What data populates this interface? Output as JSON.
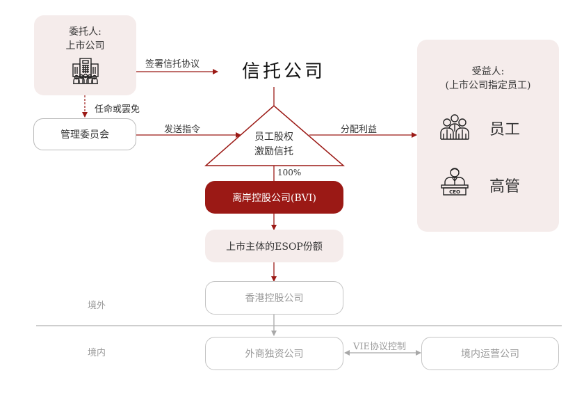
{
  "colors": {
    "accent_red": "#9b1915",
    "pink_fill": "#f5eceb",
    "grey": "#9a9a9a"
  },
  "settlor": {
    "line1": "委托人:",
    "line2": "上市公司",
    "icon": "office-building-people-icon"
  },
  "trust_company": {
    "label": "信托公司"
  },
  "committee": {
    "label": "管理委员会"
  },
  "trust": {
    "line1": "员工股权",
    "line2": "激励信托"
  },
  "beneficiary": {
    "line1": "受益人:",
    "line2": "(上市公司指定员工)",
    "items": [
      {
        "label": "员工",
        "icon": "employees-group-icon"
      },
      {
        "label": "高管",
        "icon": "ceo-podium-icon"
      }
    ],
    "ceo_sign": "CEO"
  },
  "offshore": {
    "label": "离岸控股公司(BVI)"
  },
  "esop": {
    "label": "上市主体的ESOP份额"
  },
  "hk": {
    "label": "香港控股公司"
  },
  "wfoe": {
    "label": "外商独资公司"
  },
  "opco": {
    "label": "境内运营公司"
  },
  "regions": {
    "offshore": "境外",
    "onshore": "境内"
  },
  "edges": {
    "sign_agreement": "签署信托协议",
    "appoint": "任命或罢免",
    "send_instruction": "发送指令",
    "distribute": "分配利益",
    "ownership": "100%",
    "vie": "VIE协议控制"
  }
}
